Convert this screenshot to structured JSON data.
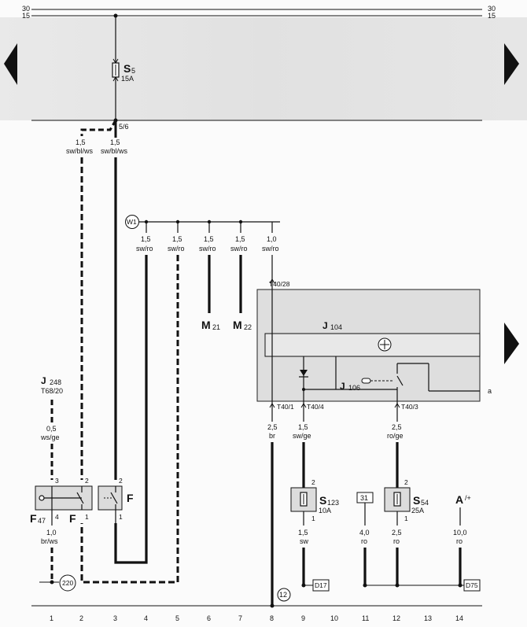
{
  "rails": {
    "top_left": "30",
    "top_right": "30",
    "mid_left": "15",
    "mid_right": "15"
  },
  "fuse_s5": {
    "letter": "S",
    "num": "5",
    "rating": "15A"
  },
  "junction_5_6": "5/6",
  "wire_left_dashed": {
    "gauge": "1,5",
    "color": "sw/bl/ws"
  },
  "wire_left_solid": {
    "gauge": "1,5",
    "color": "sw/bl/ws"
  },
  "w1_label": "W1",
  "w1_wires": [
    {
      "gauge": "1,5",
      "color": "sw/ro"
    },
    {
      "gauge": "1,5",
      "color": "sw/ro"
    },
    {
      "gauge": "1,5",
      "color": "sw/ro"
    },
    {
      "gauge": "1,5",
      "color": "sw/ro"
    },
    {
      "gauge": "1,0",
      "color": "sw/ro"
    }
  ],
  "motor_m21": {
    "letter": "M",
    "num": "21"
  },
  "motor_m22": {
    "letter": "M",
    "num": "22"
  },
  "connector_t40_28": "T40/28",
  "relay_j104": {
    "letter": "J",
    "num": "104"
  },
  "relay_j106": {
    "letter": "J",
    "num": "106"
  },
  "right_a": "a",
  "j248": {
    "letter": "J",
    "num": "248",
    "connector": "T68/20"
  },
  "wire_j248": {
    "gauge": "0,5",
    "color": "ws/ge"
  },
  "switch_f47": {
    "letter": "F",
    "num": "47",
    "pin3": "3",
    "pin4": "4"
  },
  "switch_f_left": {
    "letter": "F",
    "pin2": "2",
    "pin1": "1"
  },
  "switch_f_mid": {
    "letter": "F",
    "pin2": "2",
    "pin1": "1"
  },
  "wire_brws": {
    "gauge": "1,0",
    "color": "br/ws"
  },
  "ground_220": "220",
  "t40_1": "T40/1",
  "t40_4": "T40/4",
  "t40_3": "T40/3",
  "wire_br": {
    "gauge": "2,5",
    "color": "br"
  },
  "wire_swge": {
    "gauge": "1,5",
    "color": "sw/ge"
  },
  "wire_roge": {
    "gauge": "2,5",
    "color": "ro/ge"
  },
  "fuse_s123": {
    "letter": "S",
    "num": "123",
    "rating": "10A",
    "pin2": "2",
    "pin1": "1"
  },
  "fuse_s54": {
    "letter": "S",
    "num": "54",
    "rating": "25A",
    "pin2": "2",
    "pin1": "1"
  },
  "terminal_31": "31",
  "terminal_a": {
    "letter": "A",
    "num": "/+"
  },
  "wire_sw": {
    "gauge": "1,5",
    "color": "sw"
  },
  "wire_ro4": {
    "gauge": "4,0",
    "color": "ro"
  },
  "wire_ro25": {
    "gauge": "2,5",
    "color": "ro"
  },
  "wire_ro10": {
    "gauge": "10,0",
    "color": "ro"
  },
  "ground_12": "12",
  "ground_d17": "D17",
  "ground_d75": "D75",
  "tracks": [
    "1",
    "2",
    "3",
    "4",
    "5",
    "6",
    "7",
    "8",
    "9",
    "10",
    "11",
    "12",
    "13",
    "14"
  ],
  "colors": {
    "panel": "#e2e2e2",
    "ink": "#111111",
    "box": "#dcdcdc"
  }
}
